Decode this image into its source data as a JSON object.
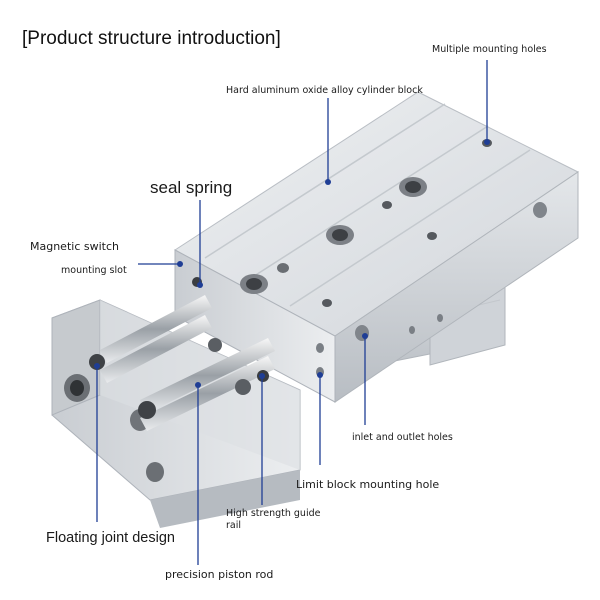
{
  "title": "[Product structure introduction]",
  "labels": {
    "multiple_mounting_holes": "Multiple mounting holes",
    "cylinder_block": "Hard aluminum oxide alloy cylinder block",
    "seal_spring": "seal spring",
    "magnetic_switch": "Magnetic switch",
    "mounting_slot": "mounting slot",
    "inlet_outlet": "inlet and outlet holes",
    "limit_block": "Limit block mounting hole",
    "guide_rail_1": "High strength guide",
    "guide_rail_2": "rail",
    "floating_joint": "Floating joint design",
    "piston_rod": "precision piston rod"
  },
  "colors": {
    "leader": "#1f3e95",
    "dot": "#1f3e95",
    "body": "#d9dde2",
    "shadow": "#aeb3ba"
  }
}
